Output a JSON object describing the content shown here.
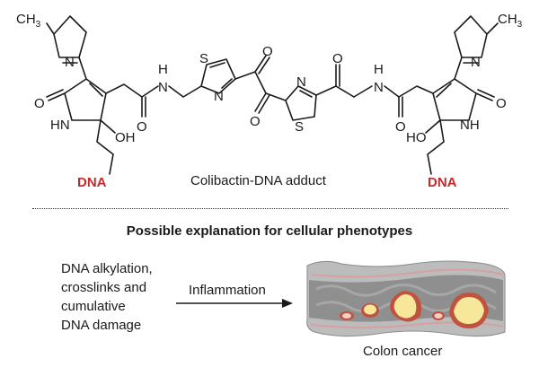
{
  "molecule": {
    "atoms": {
      "ch3_left": "CH",
      "ch3_left_sub": "3",
      "ch3_right": "CH",
      "ch3_right_sub": "3",
      "n": "N",
      "o": "O",
      "s": "S",
      "nh": "NH",
      "hn": "HN",
      "oh": "OH",
      "ho": "HO",
      "h": "H"
    },
    "dna_left": "DNA",
    "dna_right": "DNA",
    "caption": "Colibactin-DNA adduct",
    "colors": {
      "dna": "#c62a2a",
      "ink": "#1a1a1a"
    }
  },
  "explanation": {
    "heading": "Possible explanation for cellular phenotypes",
    "cause_lines": [
      "DNA alkylation,",
      "crosslinks and",
      "cumulative",
      "DNA damage"
    ],
    "arrow_label": "Inflammation",
    "outcome_label": "Colon cancer",
    "colors": {
      "tissue": "#b9b9b9",
      "lumen": "#8e8e8e",
      "tumor": "#f6e79a",
      "tumor_edge": "#c0533f"
    }
  }
}
